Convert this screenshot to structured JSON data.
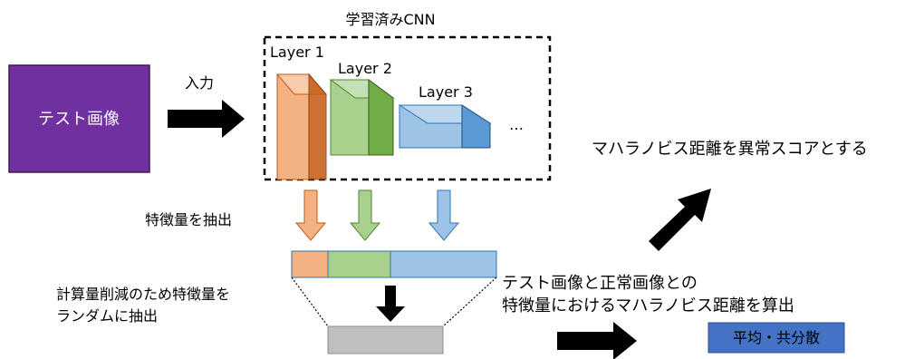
{
  "cnn_label": "学習済みCNN",
  "test_image_label": "テスト画像",
  "input_label": "入力",
  "layers": [
    {
      "name": "Layer 1",
      "color": "#f4b183"
    },
    {
      "name": "Layer 2",
      "color": "#a9d18e"
    },
    {
      "name": "Layer 3",
      "color": "#9dc3e6"
    }
  ],
  "ellipsis": "…",
  "extract_label": "特徴量を抽出",
  "random_extract_line1": "計算量削減のため特徴量を",
  "random_extract_line2": "ランダムに抽出",
  "mahalanobis_line1": "テスト画像と正常画像との",
  "mahalanobis_line2": "特徴量におけるマハラノビス距離を算出",
  "anomaly_score_label": "マハラノビス距離を異常スコアとする",
  "mean_cov_label": "平均・共分散",
  "colors": {
    "test_image_fill": "#7030a0",
    "mean_cov_fill": "#4472c4",
    "reduced_fill": "#bfbfbf",
    "arrow": "#000000"
  }
}
